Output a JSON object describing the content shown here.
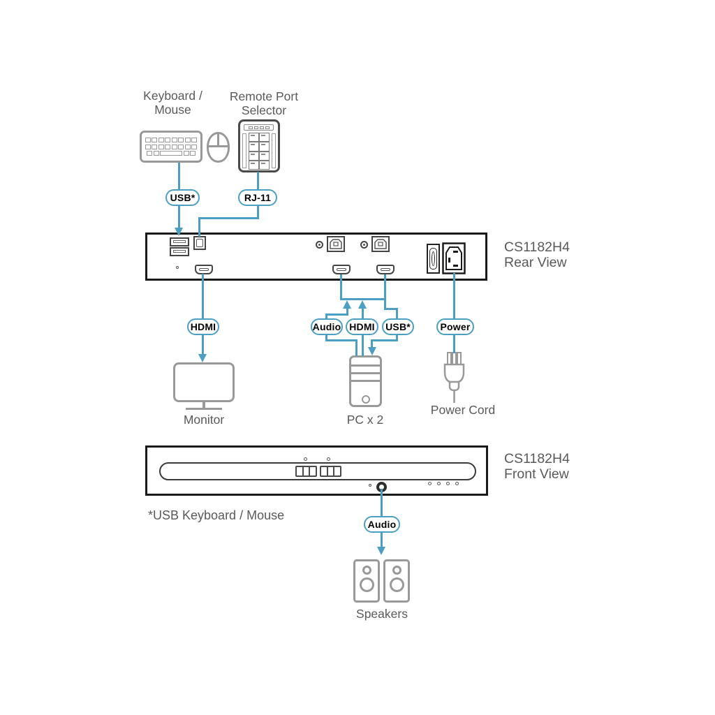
{
  "colors": {
    "accent": "#4b9fc4",
    "icon_gray": "#999999",
    "label_gray": "#595959",
    "panel_border": "#1a1a1a"
  },
  "top": {
    "keyboard_mouse_label": "Keyboard / Mouse",
    "remote_selector_label": "Remote Port Selector"
  },
  "pills": {
    "usb_keyboard": "USB*",
    "rj11": "RJ-11",
    "hdmi_monitor": "HDMI",
    "audio_pc": "Audio",
    "hdmi_pc": "HDMI",
    "usb_pc": "USB*",
    "power": "Power",
    "audio_speakers": "Audio"
  },
  "device": {
    "model": "CS1182H4",
    "rear_view_label": "Rear View",
    "front_view_label": "Front View"
  },
  "peripherals": {
    "monitor_label": "Monitor",
    "pc_label": "PC x 2",
    "power_cord_label": "Power Cord",
    "speakers_label": "Speakers"
  },
  "footnote": "*USB Keyboard / Mouse"
}
